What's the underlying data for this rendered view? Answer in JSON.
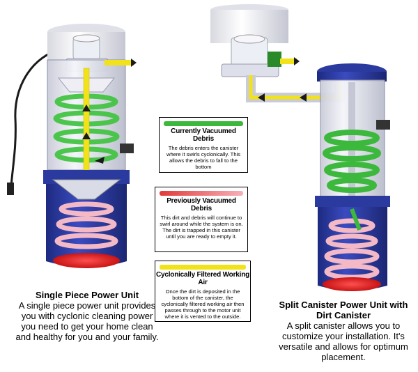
{
  "legends": [
    {
      "title": "Currently Vacuumed Debris",
      "description": "The debris enters the canister where it swirls cyclonically. This allows the debris to fall to the bottom",
      "color": "#3cb83c"
    },
    {
      "title": "Previously Vacuumed Debris",
      "description": "This dirt and debris will continue to swirl around while the system is on.  The dirt is trapped in this canister until you are ready to empty it.",
      "color": "#e23a3a"
    },
    {
      "title": "Cyclonically Filtered Working Air",
      "description": "Once the dirt is deposited in the bottom of the canister, the cyclonically filtered working air then passes through to the motor unit where it is vented to the outside.",
      "color": "#f2e21a"
    }
  ],
  "captions": {
    "single": {
      "heading": "Single Piece Power Unit",
      "body": "A single piece power unit provides you with cyclonic cleaning power you need to get your home clean and healthy for you and your family."
    },
    "split": {
      "heading": "Split Canister Power Unit with Dirt Canister",
      "body": "A split canister allows you to customize your installation. It's versatile and allows for optimum placement."
    }
  },
  "colors": {
    "canister_blue": "#2b3a9e",
    "airflow_yellow": "#f2e21a",
    "debris_green": "#3cb83c",
    "debris_pink": "#f2b6c4",
    "dirt_red": "#e02020"
  }
}
